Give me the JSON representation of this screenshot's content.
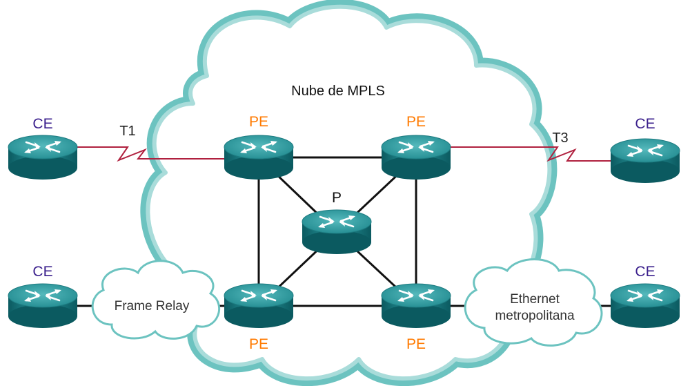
{
  "mpls_cloud": {
    "label": "Nube de MPLS"
  },
  "frame_relay_cloud": {
    "label": "Frame Relay"
  },
  "metro_ethernet_cloud": {
    "line1": "Ethernet",
    "line2": "metropolitana"
  },
  "links": {
    "t1": "T1",
    "t3": "T3"
  },
  "routers": {
    "ce_top_left": "CE",
    "ce_bottom_left": "CE",
    "ce_top_right": "CE",
    "ce_bottom_right": "CE",
    "pe_top_left": "PE",
    "pe_top_right": "PE",
    "pe_bottom_left": "PE",
    "pe_bottom_right": "PE",
    "p_core": "P"
  },
  "colors": {
    "router_top": "#2f9a9e",
    "router_side": "#0f6a70",
    "cloud_outline": "#6cc3c0",
    "serial_link": "#b0203e",
    "ethernet_link": "#111111",
    "ce_label": "#3a1f8c",
    "pe_label": "#ff7a00"
  }
}
